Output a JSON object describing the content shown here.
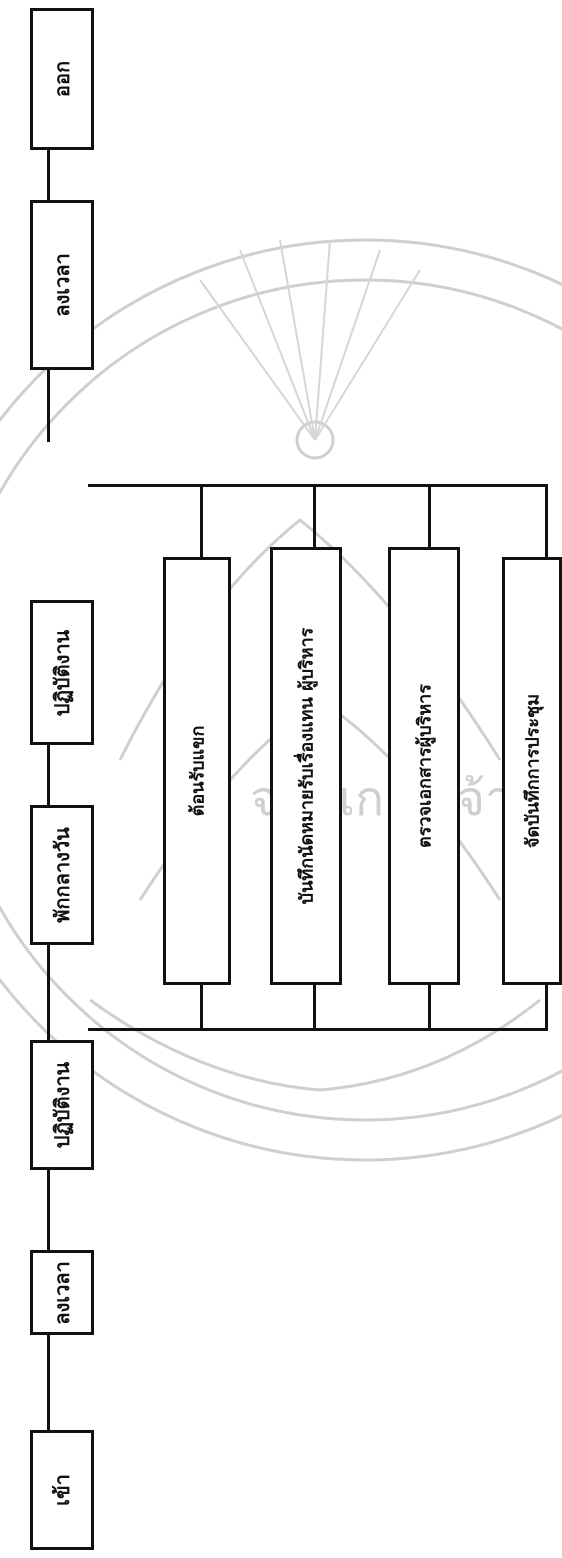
{
  "flowchart": {
    "main_steps": [
      {
        "id": "enter",
        "label": "เข้า"
      },
      {
        "id": "sign-in",
        "label": "ลงเวลา"
      },
      {
        "id": "work-morning",
        "label": "ปฏิบัติงาน"
      },
      {
        "id": "lunch",
        "label": "พักกลางวัน"
      },
      {
        "id": "work-afternoon",
        "label": "ปฏิบัติงาน"
      },
      {
        "id": "sign-out",
        "label": "ลงเวลา"
      },
      {
        "id": "exit",
        "label": "ออก"
      }
    ],
    "sub_tasks": [
      {
        "id": "receive-guests",
        "label": "ต้อนรับแขก"
      },
      {
        "id": "record-appointments",
        "label": "บันทึกนัดหมายรับเรื่องแทน ผู้บริหาร"
      },
      {
        "id": "check-documents",
        "label": "ตรวจเอกสารผู้บริหาร"
      },
      {
        "id": "meeting-minutes",
        "label": "จัดบันทึกการประชุม"
      }
    ]
  },
  "colors": {
    "line": "#111111",
    "watermark": "#c8c8c8"
  }
}
